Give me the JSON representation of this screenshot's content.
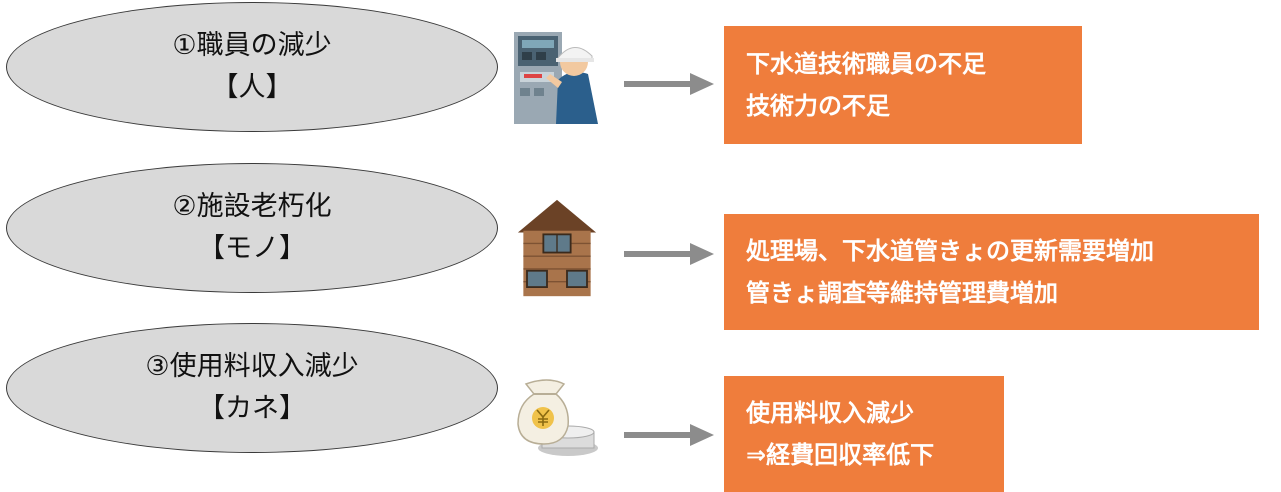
{
  "rows": [
    {
      "title": "①職員の減少",
      "subtitle": "【人】",
      "illustration": "worker-at-control-panel-icon",
      "results": [
        "下水道技術職員の不足",
        "技術力の不足"
      ]
    },
    {
      "title": "②施設老朽化",
      "subtitle": "【モノ】",
      "illustration": "old-wooden-house-icon",
      "results": [
        "処理場、下水道管きょの更新需要増加",
        "管きょ調査等維持管理費増加"
      ]
    },
    {
      "title": "③使用料収入減少",
      "subtitle": "【カネ】",
      "illustration": "money-bag-yen-coins-icon",
      "results": [
        "使用料収入減少",
        "⇒経費回収率低下"
      ]
    }
  ],
  "colors": {
    "ellipse_fill": "#d9d9d9",
    "ellipse_border": "#3a3a3a",
    "arrow": "#8c8c8c",
    "result_box": "#ef7d3c",
    "result_text": "#ffffff"
  }
}
